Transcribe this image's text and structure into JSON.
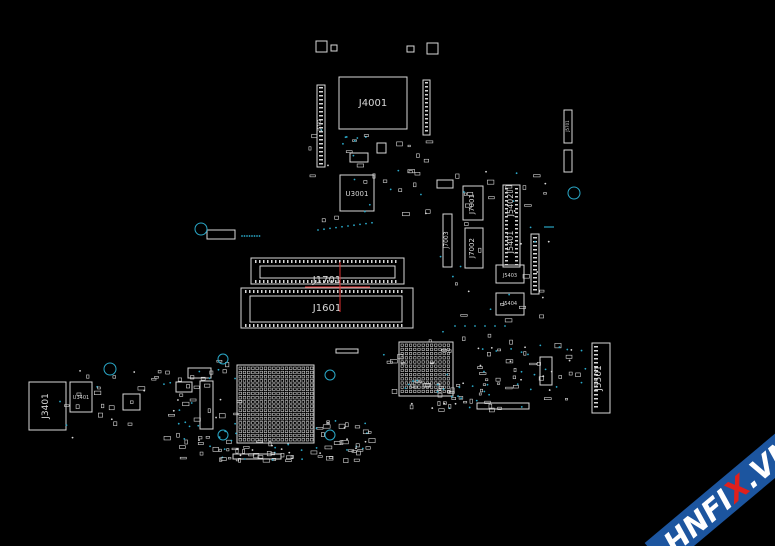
{
  "board": {
    "background": "#000000",
    "outline_color": "#d8d8d8",
    "via_color": "#2aa8c8",
    "components": {
      "j4001": "J4001",
      "u3001": "U3001",
      "j1701": "J1701",
      "j1601": "J1601",
      "j3401": "J3401",
      "j5501": "J5501",
      "j5401": "J5401",
      "j5402": "J5402",
      "j5403": "J5403",
      "j5404": "J5404",
      "j7001": "J7001",
      "j7002": "J7002",
      "j7003": "J7003",
      "u3401": "U3401",
      "j5701": "J5701",
      "j5702": "J5702"
    }
  },
  "watermark": {
    "text_before": "HNFI",
    "text_accent": "X",
    "text_after": ".VN",
    "color": "#ffffff",
    "accent_color": "#e0201c",
    "band_color": "#1e5aa8"
  }
}
